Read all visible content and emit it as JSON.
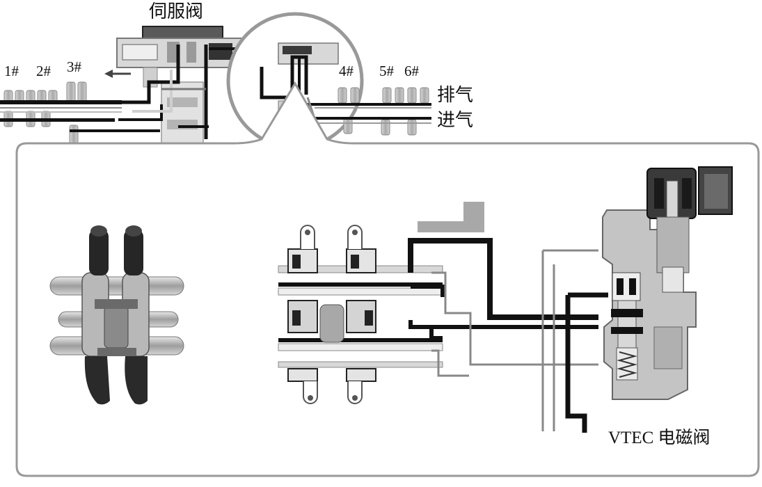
{
  "labels": {
    "servo_valve": "伺服阀",
    "cylinders": [
      "1#",
      "2#",
      "3#",
      "4#",
      "5#",
      "6#"
    ],
    "exhaust": "排气",
    "intake": "进气",
    "vtec_solenoid": "VTEC 电磁阀"
  },
  "colors": {
    "oil_line": "#111111",
    "outline": "#8a8a8a",
    "body_fill": "#c9c9c9",
    "dark_part": "#2a2a2a",
    "accent_gray": "#a8a8a8"
  }
}
